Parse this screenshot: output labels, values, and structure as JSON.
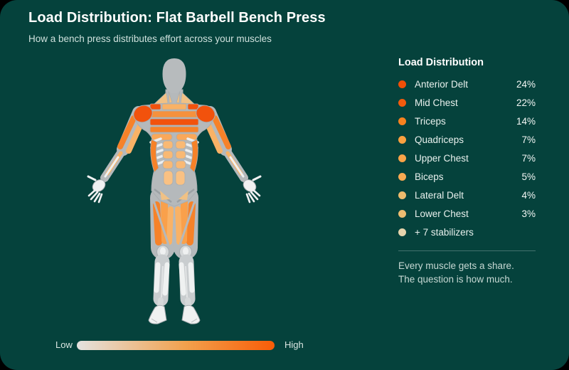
{
  "page": {
    "title": "Load Distribution: Flat Barbell Bench Press",
    "subtitle": "How a bench press distributes effort across your muscles"
  },
  "legend": {
    "title": "Load Distribution",
    "items": [
      {
        "label": "Anterior Delt",
        "value": "24%",
        "color": "#f14f07"
      },
      {
        "label": "Mid Chest",
        "value": "22%",
        "color": "#f35b0d"
      },
      {
        "label": "Triceps",
        "value": "14%",
        "color": "#f8821f"
      },
      {
        "label": "Quadriceps",
        "value": "7%",
        "color": "#faa040"
      },
      {
        "label": "Upper Chest",
        "value": "7%",
        "color": "#faa348"
      },
      {
        "label": "Biceps",
        "value": "5%",
        "color": "#f9aa52"
      },
      {
        "label": "Lateral Delt",
        "value": "4%",
        "color": "#eebb6d"
      },
      {
        "label": "Lower Chest",
        "value": "3%",
        "color": "#edbd72"
      },
      {
        "label": "+ 7 stabilizers",
        "value": "",
        "color": "#e6d4ac"
      }
    ],
    "note_line1": "Every muscle gets a share.",
    "note_line2": "The question is how much."
  },
  "scale": {
    "low_label": "Low",
    "high_label": "High",
    "gradient": [
      "#e4e2e0",
      "#f2a14d",
      "#f85c07"
    ]
  },
  "body_colors": {
    "high": "#f2520c",
    "mid_high": "#f5913d",
    "mid": "#f68229",
    "low": "#f9b266",
    "pec_low": "#f9a85a",
    "ab": "#f9b974",
    "ab_low": "#f9c183",
    "pale": "#f0c184",
    "quad_mid": "#f9a04b"
  },
  "chart_data": {
    "type": "heatmap",
    "title": "Load Distribution: Flat Barbell Bench Press",
    "subtitle": "How a bench press distributes effort across your muscles",
    "categories": [
      "Anterior Delt",
      "Mid Chest",
      "Triceps",
      "Quadriceps",
      "Upper Chest",
      "Biceps",
      "Lateral Delt",
      "Lower Chest"
    ],
    "values": [
      24,
      22,
      14,
      7,
      7,
      5,
      4,
      3
    ],
    "units": "%",
    "annotation": "+ 7 stabilizers",
    "scale_labels": [
      "Low",
      "High"
    ],
    "legend_position": "right"
  }
}
